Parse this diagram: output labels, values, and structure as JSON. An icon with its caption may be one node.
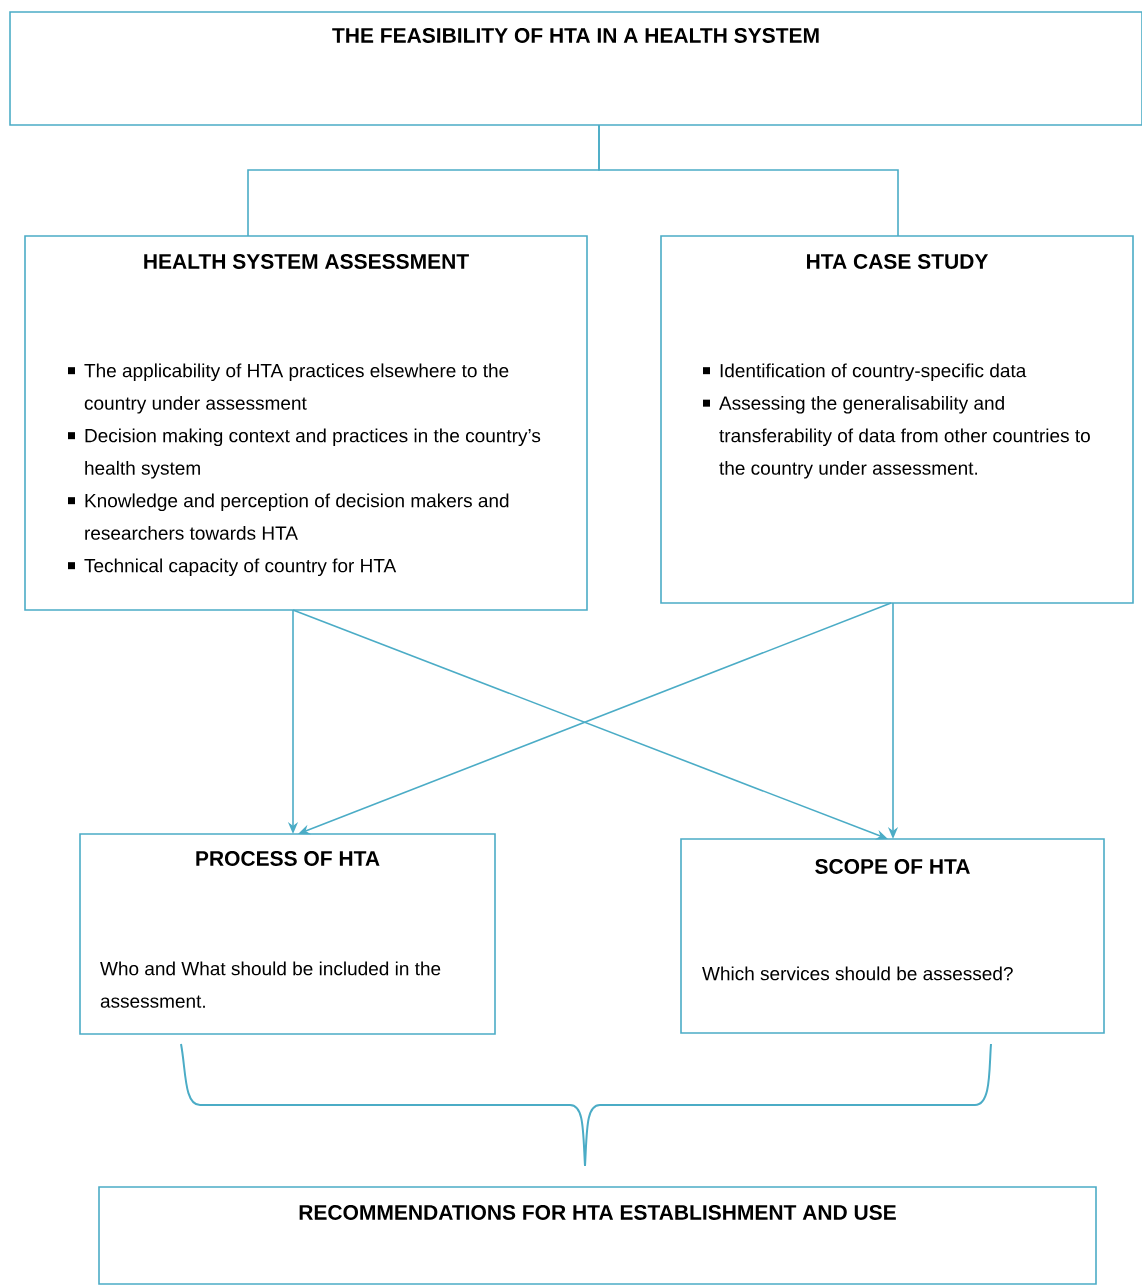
{
  "diagram": {
    "nodes": [
      {
        "text": [
          "THE FEASIBILITY OF HTA IN A HEALTH SYSTEM"
        ]
      },
      {
        "text": [
          "HEALTH SYSTEM ASSESSMENT",
          "The applicability of HTA practices elsewhere to the country under assessment",
          "Decision making context and practices in the country’s health system",
          "Knowledge and perception of decision makers and researchers towards HTA",
          "Technical capacity of country for HTA"
        ]
      },
      {
        "text": [
          "HTA CASE STUDY",
          "Identification of country-specific data",
          "Assessing the generalisability and transferability of data from other countries to the country under assessment."
        ]
      },
      {
        "text": [
          "PROCESS OF HTA",
          "Who and What should be included in the assessment."
        ]
      },
      {
        "text": [
          "SCOPE OF HTA",
          "Which services should be assessed?"
        ]
      },
      {
        "text": [
          "RECOMMENDATIONS FOR HTA ESTABLISHMENT AND USE"
        ]
      }
    ],
    "edges": [
      {
        "from": 0,
        "to": 1,
        "arrow": "none"
      },
      {
        "from": 0,
        "to": 2,
        "arrow": "none"
      },
      {
        "from": 1,
        "to": 3,
        "arrow": "to"
      },
      {
        "from": 1,
        "to": 4,
        "arrow": "to"
      },
      {
        "from": 2,
        "to": 3,
        "arrow": "to"
      },
      {
        "from": 2,
        "to": 4,
        "arrow": "to"
      }
    ]
  }
}
